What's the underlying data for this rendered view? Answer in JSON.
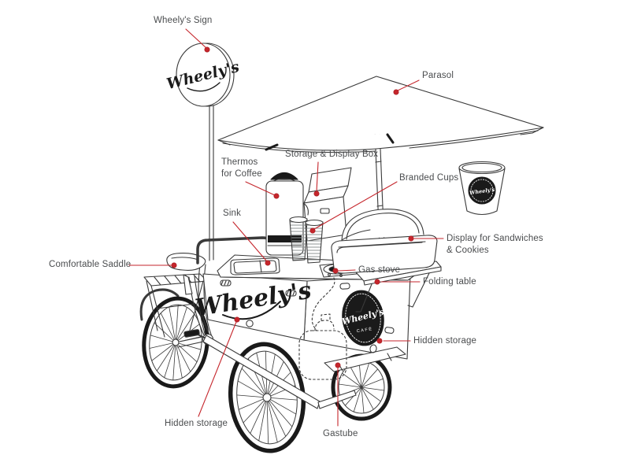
{
  "diagram": {
    "background": "#ffffff",
    "ink_color": "#3a3a3a",
    "accent_color": "#c5262c",
    "brand": {
      "sign_script": "Wheely's",
      "panel_script": "Wheely's",
      "badge_script": "Wheely's",
      "badge_subtext": "CAFÉ",
      "cup_script": "Wheely's"
    },
    "labels": {
      "wheelys_sign": "Wheely's Sign",
      "parasol": "Parasol",
      "thermos": "Thermos\nfor Coffee",
      "storage_display_box": "Storage & Display Box",
      "branded_cups": "Branded Cups",
      "sink": "Sink",
      "display_sandwiches": "Display for Sandwiches\n& Cookies",
      "comfortable_saddle": "Comfortable Saddle",
      "gas_stove": "Gas stove",
      "folding_table": "Folding table",
      "hidden_storage_right": "Hidden storage",
      "hidden_storage_bottom": "Hidden storage",
      "gastube": "Gastube"
    }
  }
}
